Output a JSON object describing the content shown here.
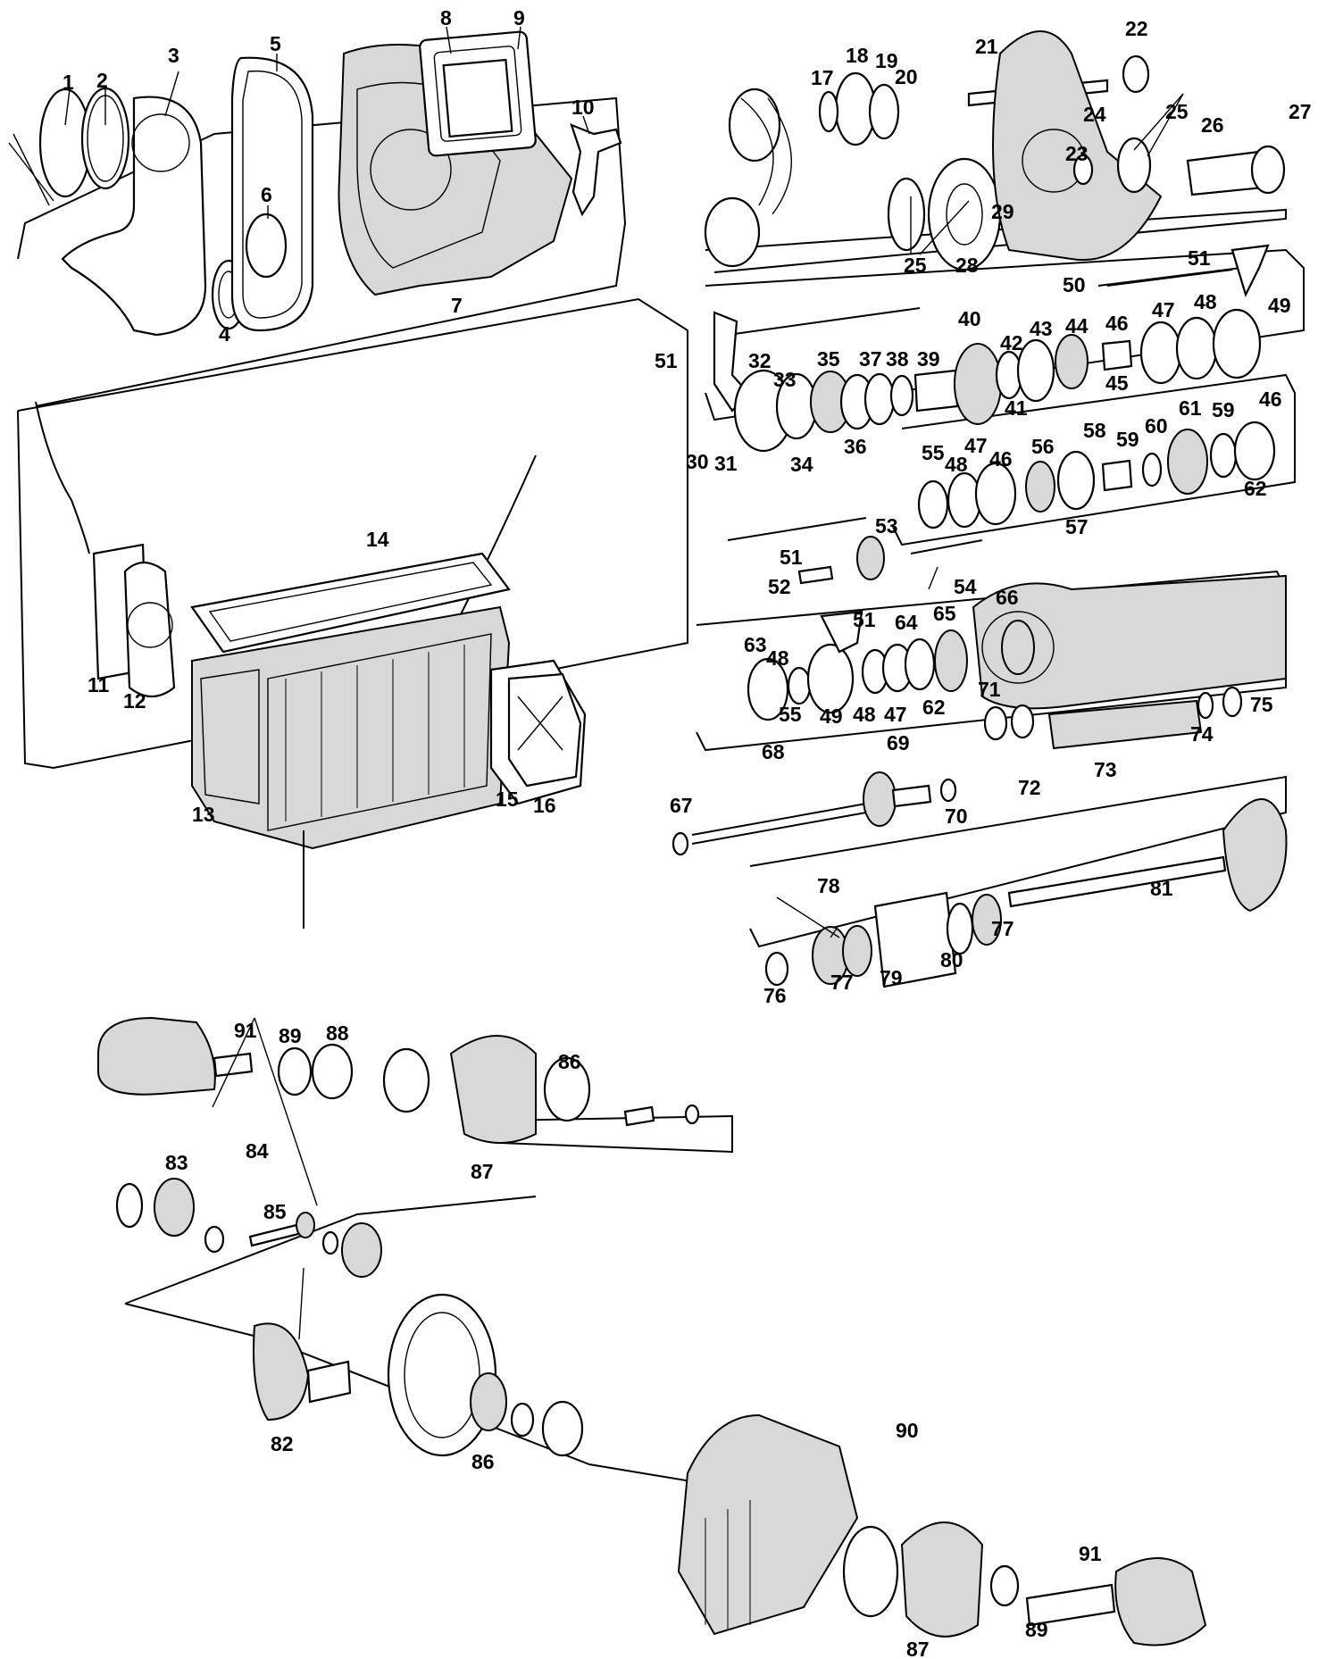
{
  "callouts": [
    {
      "id": "c1",
      "text": "1"
    },
    {
      "id": "c2",
      "text": "2"
    },
    {
      "id": "c3",
      "text": "3"
    },
    {
      "id": "c4",
      "text": "4"
    },
    {
      "id": "c5",
      "text": "5"
    },
    {
      "id": "c6",
      "text": "6"
    },
    {
      "id": "c7",
      "text": "7"
    },
    {
      "id": "c8",
      "text": "8"
    },
    {
      "id": "c9",
      "text": "9"
    },
    {
      "id": "c10",
      "text": "10"
    },
    {
      "id": "c11",
      "text": "11"
    },
    {
      "id": "c12",
      "text": "12"
    },
    {
      "id": "c13",
      "text": "13"
    },
    {
      "id": "c14",
      "text": "14"
    },
    {
      "id": "c15",
      "text": "15"
    },
    {
      "id": "c16",
      "text": "16"
    },
    {
      "id": "c17",
      "text": "17"
    },
    {
      "id": "c18",
      "text": "18"
    },
    {
      "id": "c19",
      "text": "19"
    },
    {
      "id": "c20",
      "text": "20"
    },
    {
      "id": "c21",
      "text": "21"
    },
    {
      "id": "c22",
      "text": "22"
    },
    {
      "id": "c23",
      "text": "23"
    },
    {
      "id": "c24",
      "text": "24"
    },
    {
      "id": "c25a",
      "text": "25"
    },
    {
      "id": "c25b",
      "text": "25"
    },
    {
      "id": "c26",
      "text": "26"
    },
    {
      "id": "c27",
      "text": "27"
    },
    {
      "id": "c28",
      "text": "28"
    },
    {
      "id": "c29",
      "text": "29"
    },
    {
      "id": "c30",
      "text": "30"
    },
    {
      "id": "c31",
      "text": "31"
    },
    {
      "id": "c32",
      "text": "32"
    },
    {
      "id": "c33",
      "text": "33"
    },
    {
      "id": "c34",
      "text": "34"
    },
    {
      "id": "c35",
      "text": "35"
    },
    {
      "id": "c36",
      "text": "36"
    },
    {
      "id": "c37",
      "text": "37"
    },
    {
      "id": "c38",
      "text": "38"
    },
    {
      "id": "c39",
      "text": "39"
    },
    {
      "id": "c40",
      "text": "40"
    },
    {
      "id": "c41",
      "text": "41"
    },
    {
      "id": "c42",
      "text": "42"
    },
    {
      "id": "c43",
      "text": "43"
    },
    {
      "id": "c44",
      "text": "44"
    },
    {
      "id": "c45",
      "text": "45"
    },
    {
      "id": "c46a",
      "text": "46"
    },
    {
      "id": "c46b",
      "text": "46"
    },
    {
      "id": "c46c",
      "text": "46"
    },
    {
      "id": "c47a",
      "text": "47"
    },
    {
      "id": "c47b",
      "text": "47"
    },
    {
      "id": "c47c",
      "text": "47"
    },
    {
      "id": "c48a",
      "text": "48"
    },
    {
      "id": "c48b",
      "text": "48"
    },
    {
      "id": "c48c",
      "text": "48"
    },
    {
      "id": "c48d",
      "text": "48"
    },
    {
      "id": "c49a",
      "text": "49"
    },
    {
      "id": "c49b",
      "text": "49"
    },
    {
      "id": "c50",
      "text": "50"
    },
    {
      "id": "c51a",
      "text": "51"
    },
    {
      "id": "c51b",
      "text": "51"
    },
    {
      "id": "c51c",
      "text": "51"
    },
    {
      "id": "c51d",
      "text": "51"
    },
    {
      "id": "c52",
      "text": "52"
    },
    {
      "id": "c53",
      "text": "53"
    },
    {
      "id": "c54",
      "text": "54"
    },
    {
      "id": "c55a",
      "text": "55"
    },
    {
      "id": "c55b",
      "text": "55"
    },
    {
      "id": "c56",
      "text": "56"
    },
    {
      "id": "c57",
      "text": "57"
    },
    {
      "id": "c58",
      "text": "58"
    },
    {
      "id": "c59a",
      "text": "59"
    },
    {
      "id": "c59b",
      "text": "59"
    },
    {
      "id": "c60",
      "text": "60"
    },
    {
      "id": "c61",
      "text": "61"
    },
    {
      "id": "c62a",
      "text": "62"
    },
    {
      "id": "c62b",
      "text": "62"
    },
    {
      "id": "c63",
      "text": "63"
    },
    {
      "id": "c64",
      "text": "64"
    },
    {
      "id": "c65",
      "text": "65"
    },
    {
      "id": "c66",
      "text": "66"
    },
    {
      "id": "c67",
      "text": "67"
    },
    {
      "id": "c68",
      "text": "68"
    },
    {
      "id": "c69",
      "text": "69"
    },
    {
      "id": "c70",
      "text": "70"
    },
    {
      "id": "c71",
      "text": "71"
    },
    {
      "id": "c72",
      "text": "72"
    },
    {
      "id": "c73",
      "text": "73"
    },
    {
      "id": "c74",
      "text": "74"
    },
    {
      "id": "c75",
      "text": "75"
    },
    {
      "id": "c76",
      "text": "76"
    },
    {
      "id": "c77a",
      "text": "77"
    },
    {
      "id": "c77b",
      "text": "77"
    },
    {
      "id": "c78",
      "text": "78"
    },
    {
      "id": "c79",
      "text": "79"
    },
    {
      "id": "c80",
      "text": "80"
    },
    {
      "id": "c81",
      "text": "81"
    },
    {
      "id": "c82",
      "text": "82"
    },
    {
      "id": "c83",
      "text": "83"
    },
    {
      "id": "c84",
      "text": "84"
    },
    {
      "id": "c85",
      "text": "85"
    },
    {
      "id": "c86a",
      "text": "86"
    },
    {
      "id": "c86b",
      "text": "86"
    },
    {
      "id": "c87a",
      "text": "87"
    },
    {
      "id": "c87b",
      "text": "87"
    },
    {
      "id": "c88",
      "text": "88"
    },
    {
      "id": "c89a",
      "text": "89"
    },
    {
      "id": "c89b",
      "text": "89"
    },
    {
      "id": "c90",
      "text": "90"
    },
    {
      "id": "c91a",
      "text": "91"
    },
    {
      "id": "c91b",
      "text": "91"
    }
  ]
}
